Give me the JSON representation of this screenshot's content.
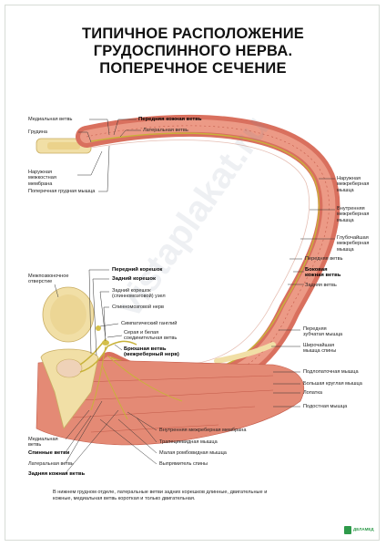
{
  "title": {
    "line1": "ТИПИЧНОЕ РАСПОЛОЖЕНИЕ",
    "line2": "ГРУДОСПИННОГО НЕРВА.",
    "line3": "ПОПЕРЕЧНОЕ СЕЧЕНИЕ"
  },
  "labels_left": {
    "medial_branch_top": "Медиальная ветвь",
    "sternum": "Грудина",
    "ext_intercostal_membrane": "Наружная межкостная мембрана",
    "transverse_thoracic": "Поперечная грудная мышца",
    "intervertebral_foramen": "Межпозвоночное отверстие",
    "medial_branch_bottom": "Медиальная ветвь",
    "dorsal_branches": "Спинные ветви",
    "lateral_branch": "Латеральная ветвь",
    "posterior_cutaneous": "Задняя кожная ветвь"
  },
  "labels_top": {
    "anterior_cutaneous": "Передняя кожная ветвь",
    "lateral_branch": "Латеральная ветвь"
  },
  "labels_right": {
    "ext_intercostal_muscle": "Наружная межреберная мышца",
    "int_intercostal_muscle": "Внутренняя межреберная мышца",
    "innermost_intercostal": "Глубочайшая межреберная мышца",
    "anterior_branch": "Передняя ветвь",
    "lateral_cutaneous": "Боковая кожная ветвь",
    "posterior_branch": "Задняя ветвь",
    "serratus_anterior": "Передняя зубчатая мышца",
    "latissimus_dorsi": "Широчайшая мышца спины",
    "subscapularis": "Подлопаточная мышца",
    "teres_major": "Большая круглая мышца",
    "scapula": "Лопатка",
    "infraspinatus": "Подостная мышца"
  },
  "labels_center": {
    "anterior_root": "Передний корешок",
    "posterior_root": "Задний корешок",
    "dorsal_root_ganglion": "Задний корешок (спинномозговой) узел",
    "spinal_nerve": "Спинномозговой нерв",
    "sympathetic_ganglion": "Симпатический ганглий",
    "rami_communicantes": "Серая и белая соединительная ветвь",
    "ventral_ramus": "Брюшная ветвь (межреберный нерв)",
    "int_intercostal_membrane": "Внутренняя межреберная мембрана",
    "trapezius": "Трапециевидная мышца",
    "rhomboid_minor": "Малая ромбовидная мышца",
    "erector_spinae": "Выпрямитель спины"
  },
  "footnote": "В нижнем грудном отделе, латеральные ветви задних корешков длинные, двигательные и кожные, медиальная ветвь короткая и только двигательная.",
  "watermark": "vistaplakat.ru",
  "logo_text": "ДЕЛАМЕД",
  "colors": {
    "muscle": "#d9705e",
    "muscle_light": "#f0a896",
    "nerve": "#c8b23a",
    "bone": "#f1dfa6",
    "leader": "#333333",
    "brand": "#2e9a4a"
  }
}
